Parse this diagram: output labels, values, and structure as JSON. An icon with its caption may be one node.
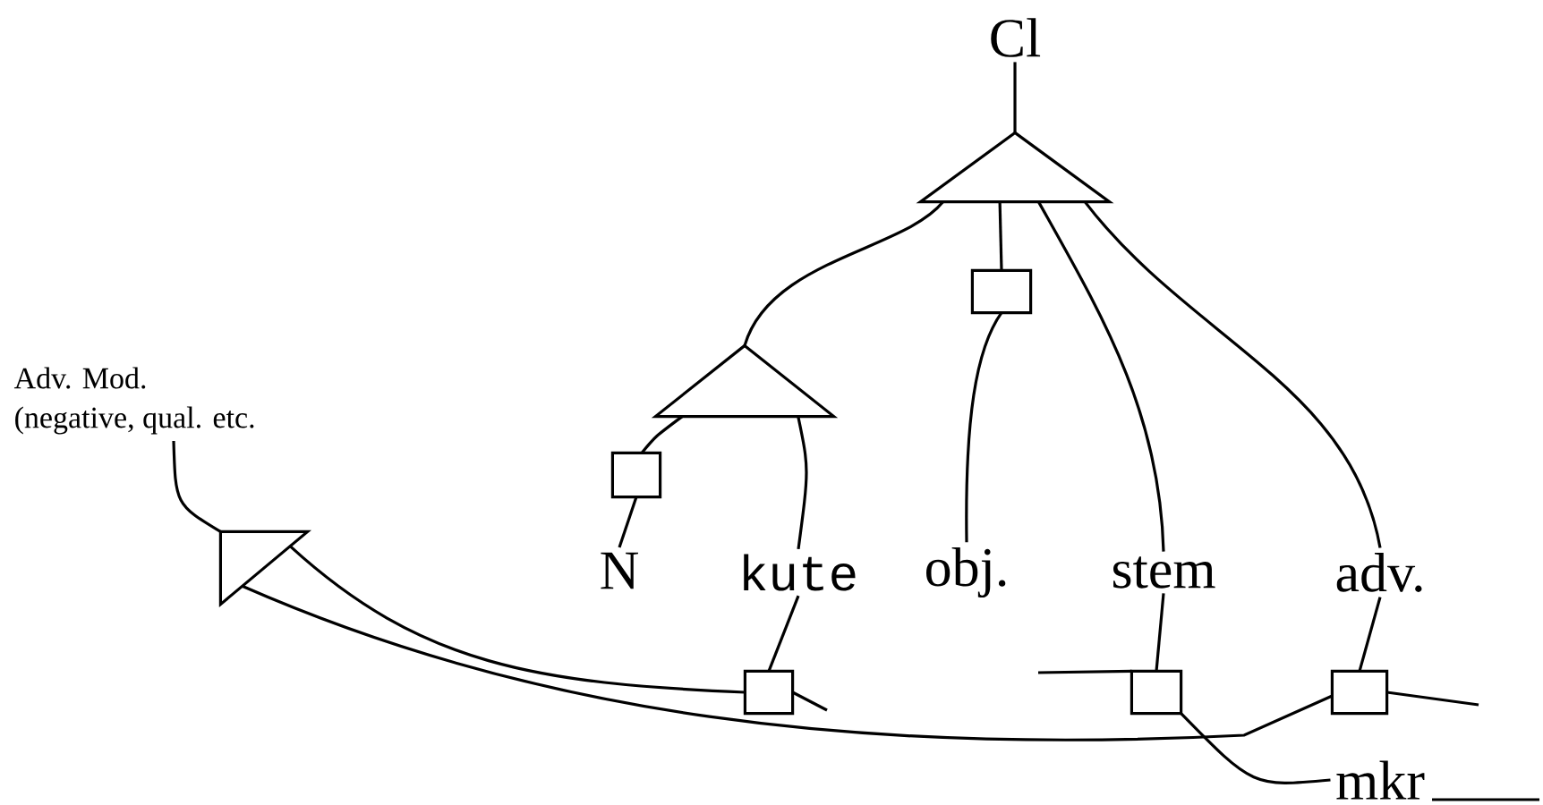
{
  "diagram": {
    "nodes": [
      {
        "text": [
          "Cl"
        ]
      },
      {
        "text": [],
        "shape": "triangle"
      },
      {
        "text": [],
        "shape": "triangle"
      },
      {
        "text": [],
        "shape": "box"
      },
      {
        "text": [],
        "shape": "box"
      },
      {
        "text": [
          "N"
        ]
      },
      {
        "text": [
          "kute"
        ]
      },
      {
        "text": [
          "obj."
        ]
      },
      {
        "text": [
          "stem"
        ]
      },
      {
        "text": [
          "adv."
        ]
      },
      {
        "text": [
          "Adv. Mod.",
          "(negative, qual. etc."
        ]
      },
      {
        "text": [],
        "shape": "triangle"
      },
      {
        "text": [],
        "shape": "box"
      },
      {
        "text": [],
        "shape": "box"
      },
      {
        "text": [],
        "shape": "box"
      },
      {
        "text": [
          "mkr"
        ]
      }
    ],
    "edges": [
      {
        "from": 0,
        "to": 1,
        "arrow": "none"
      },
      {
        "from": 1,
        "to": 2,
        "arrow": "none"
      },
      {
        "from": 1,
        "to": 3,
        "arrow": "none"
      },
      {
        "from": 3,
        "to": 7,
        "arrow": "none"
      },
      {
        "from": 1,
        "to": 8,
        "arrow": "none"
      },
      {
        "from": 1,
        "to": 9,
        "arrow": "none"
      },
      {
        "from": 2,
        "to": 4,
        "arrow": "none"
      },
      {
        "from": 4,
        "to": 5,
        "arrow": "none"
      },
      {
        "from": 2,
        "to": 6,
        "arrow": "none"
      },
      {
        "from": 6,
        "to": 12,
        "arrow": "none"
      },
      {
        "from": 8,
        "to": 13,
        "arrow": "none"
      },
      {
        "from": 9,
        "to": 14,
        "arrow": "none"
      },
      {
        "from": 10,
        "to": 11,
        "arrow": "none"
      },
      {
        "from": 11,
        "to": 12,
        "arrow": "none"
      },
      {
        "from": 11,
        "to": 14,
        "arrow": "none"
      },
      {
        "from": 12,
        "to": null,
        "arrow": "none"
      },
      {
        "from": null,
        "to": 13,
        "arrow": "none"
      },
      {
        "from": 13,
        "to": 15,
        "arrow": "none"
      },
      {
        "from": 14,
        "to": null,
        "arrow": "none"
      }
    ]
  }
}
